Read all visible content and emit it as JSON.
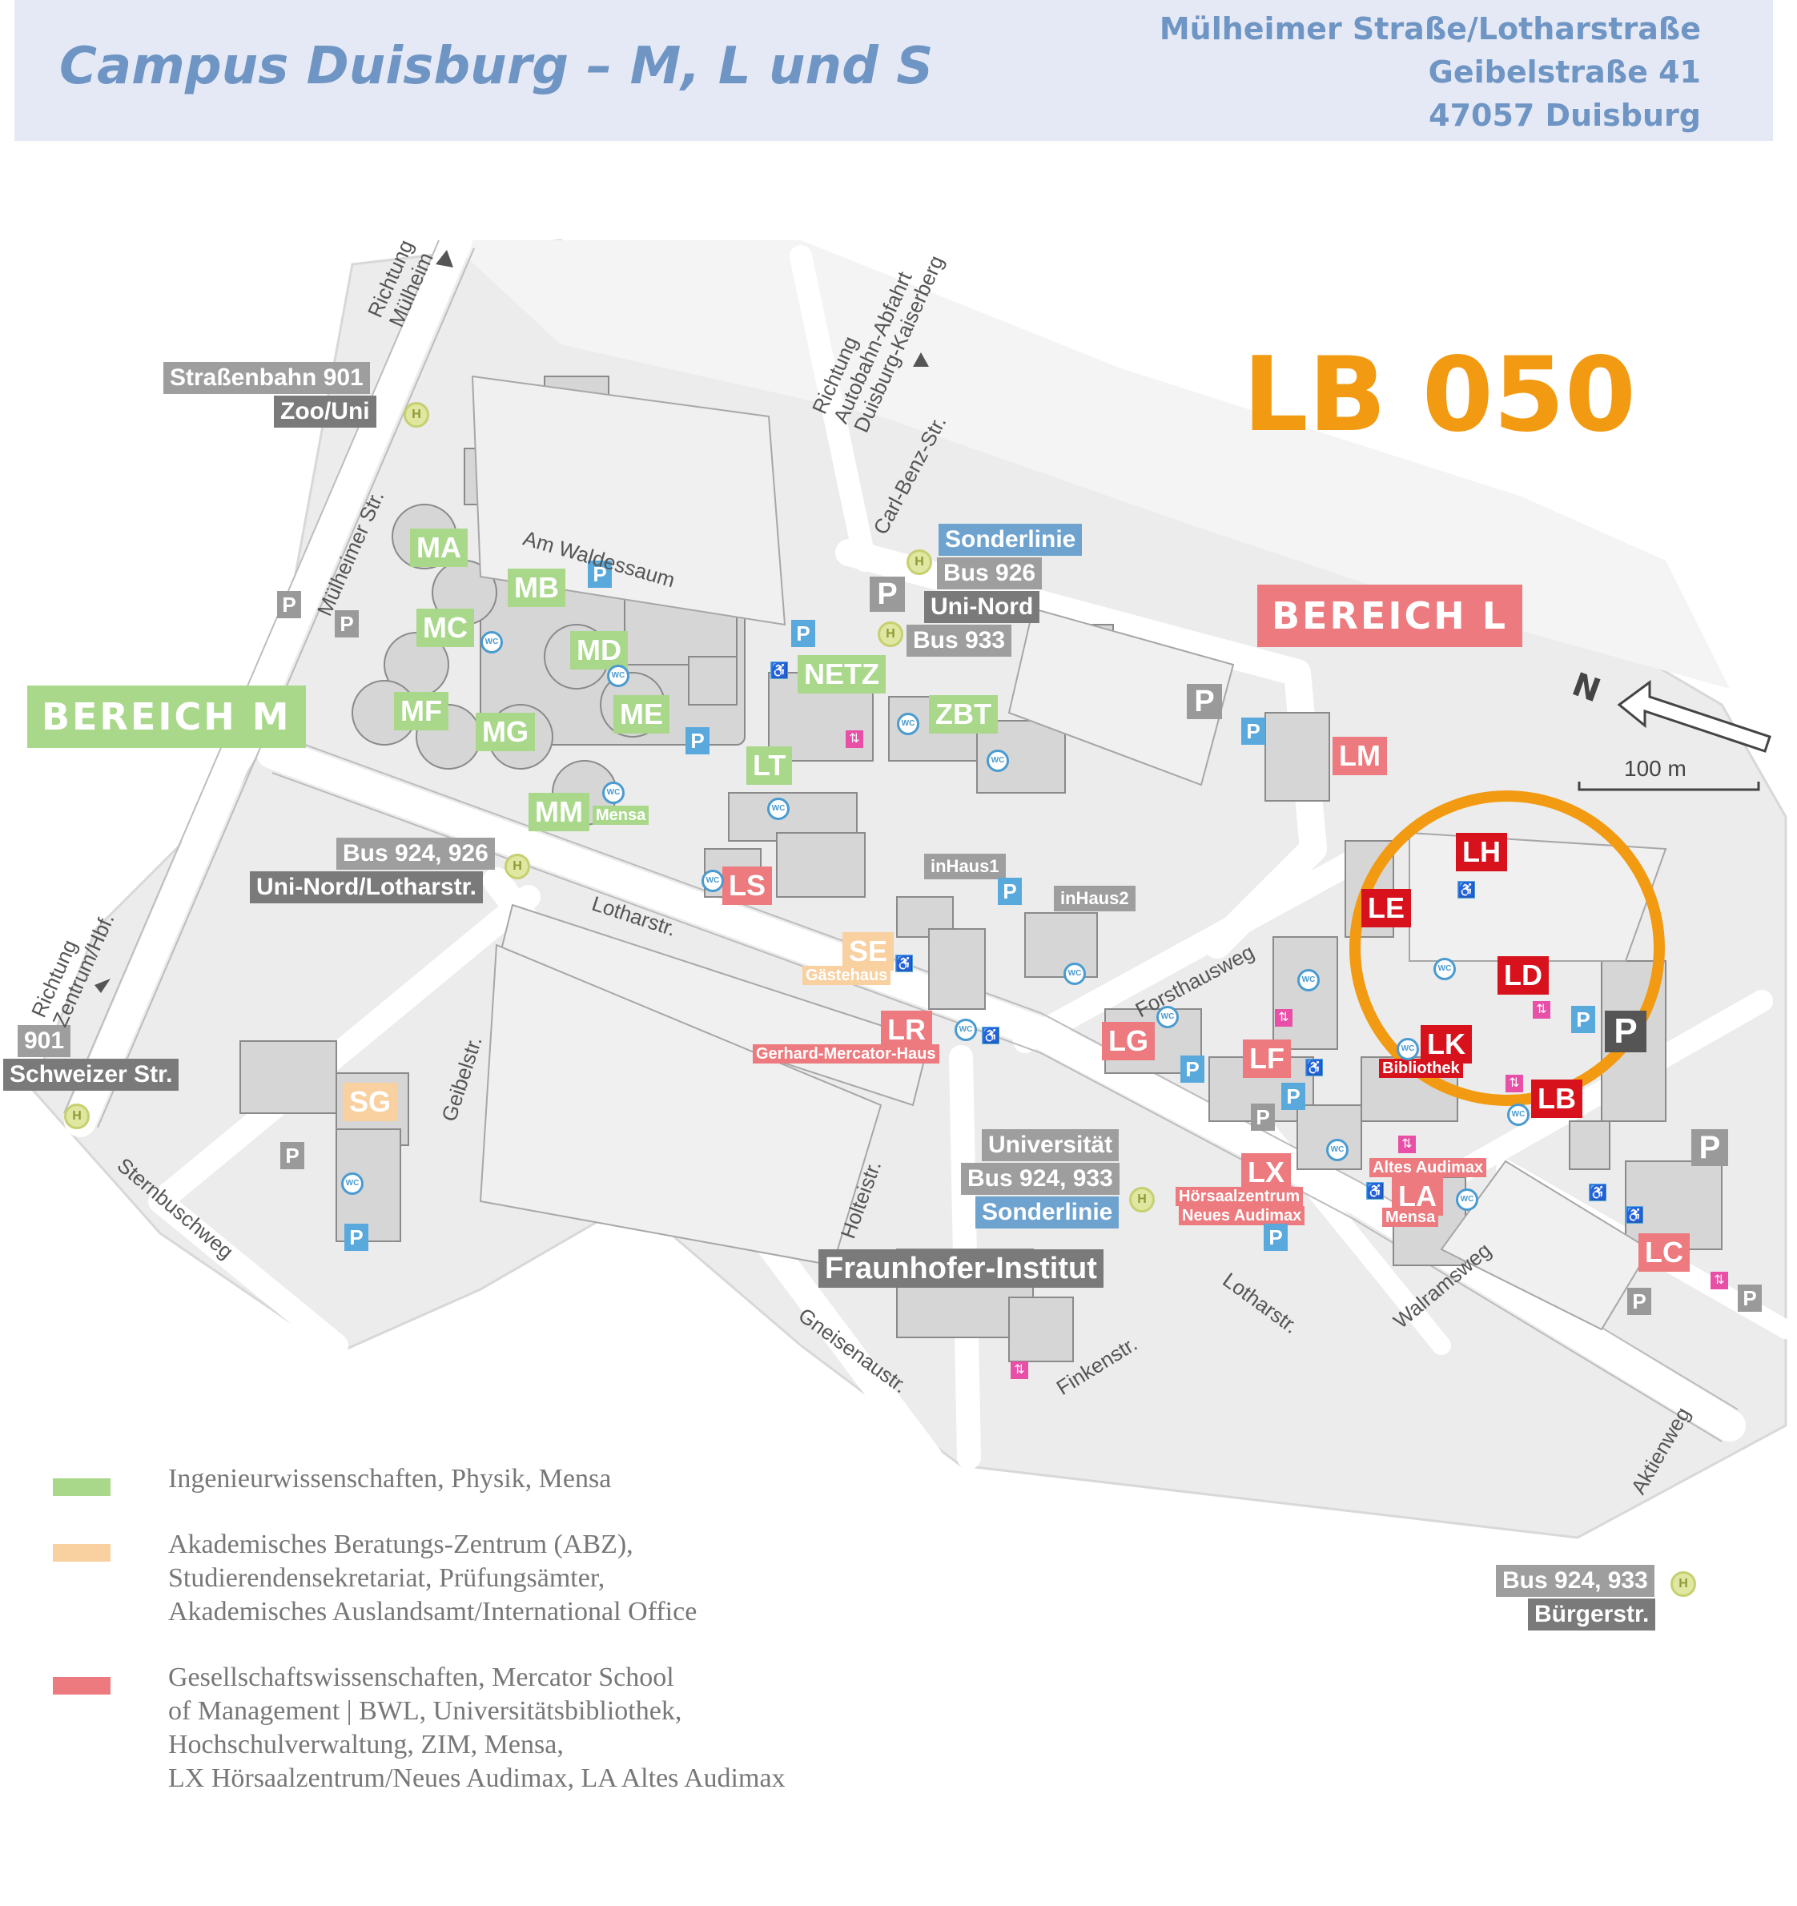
{
  "header": {
    "title": "Campus Duisburg – M, L und S",
    "address_lines": [
      "Mülheimer Straße/Lotharstraße",
      "Geibelstraße 41",
      "47057 Duisburg"
    ]
  },
  "room_label": "LB 050",
  "colors": {
    "engineering_green": "#a9d88b",
    "advisory_orange": "#f9d0a0",
    "social_red": "#ec7a7e",
    "highlight_red": "#d8121d",
    "highlight_ring": "#f29a12",
    "transit_blue": "#6ea3cf",
    "header_blue": "#6f95c4"
  },
  "areas": {
    "m": "BEREICH M",
    "l": "BEREICH L"
  },
  "buildings": {
    "ma": "MA",
    "mb": "MB",
    "mc": "MC",
    "md": "MD",
    "me": "ME",
    "mf": "MF",
    "mg": "MG",
    "mm": "MM",
    "mm_sub": "Mensa",
    "netz": "NETZ",
    "zbt": "ZBT",
    "lt": "LT",
    "ls": "LS",
    "se": "SE",
    "se_sub": "Gästehaus",
    "lr": "LR",
    "lr_sub": "Gerhard-Mercator-Haus",
    "sg": "SG",
    "lm": "LM",
    "lh": "LH",
    "le": "LE",
    "ld": "LD",
    "lk": "LK",
    "lk_sub": "Bibliothek",
    "lb": "LB",
    "lg": "LG",
    "lf": "LF",
    "lx": "LX",
    "lx_sub1": "Hörsaalzentrum",
    "lx_sub2": "Neues Audimax",
    "la": "LA",
    "la_sub0": "Altes Audimax",
    "la_sub": "Mensa",
    "lc": "LC",
    "inhaus1": "inHaus1",
    "inhaus2": "inHaus2",
    "fraunhofer": "Fraunhofer-Institut"
  },
  "transit": {
    "tram_line": "Straßenbahn 901",
    "tram_stop": "Zoo/Uni",
    "sonderlinie_1": "Sonderlinie",
    "bus926": "Bus 926",
    "uninord": "Uni-Nord",
    "bus933": "Bus 933",
    "bus924_926": "Bus 924, 926",
    "uninord_lothar": "Uni-Nord/Lotharstr.",
    "line901": "901",
    "schweizer": "Schweizer Str.",
    "universitaet": "Universität",
    "bus924_933_a": "Bus 924, 933",
    "sonderlinie_2": "Sonderlinie",
    "bus924_933_b": "Bus 924, 933",
    "buergerstr": "Bürgerstr."
  },
  "streets": {
    "muelheimer": "Mülheimer Str.",
    "waldessaum": "Am Waldessaum",
    "lothar1": "Lotharstr.",
    "lothar2": "Lotharstr.",
    "geibel": "Geibelstr.",
    "sternbusch": "Sternbuschweg",
    "holteistr": "Holteistr.",
    "gneisenau": "Gneisenaustr.",
    "finken": "Finkenstr.",
    "forsthaus": "Forsthausweg",
    "walrams": "Walramsweg",
    "aktien": "Aktienweg",
    "carlbenz": "Carl-Benz-Str."
  },
  "directions": {
    "muelheim": [
      "Richtung",
      "Mülheim"
    ],
    "autobahn": [
      "Richtung",
      "Autobahn-Abfahrt",
      "Duisburg-Kaiserberg"
    ],
    "zentrum": [
      "Richtung",
      "Zentrum/Hbf."
    ]
  },
  "scale": "100 m",
  "north": "N",
  "icons": {
    "parking": "P",
    "halt": "H",
    "wc": "WC",
    "wheelchair": "♿",
    "lift": "⇅"
  },
  "legend": {
    "items": [
      {
        "color": "#a9d88b",
        "lines": [
          "Ingenieurwissenschaften, Physik, Mensa"
        ]
      },
      {
        "color": "#f9d0a0",
        "lines": [
          "Akademisches Beratungs-Zentrum (ABZ),",
          "Studierendensekretariat, Prüfungsämter,",
          "Akademisches Auslandsamt/International Office"
        ]
      },
      {
        "color": "#ec7a7e",
        "lines": [
          "Gesellschaftswissenschaften, Mercator School",
          "of Management | BWL, Universitätsbibliothek,",
          "Hochschulverwaltung, ZIM, Mensa,",
          "LX Hörsaalzentrum/Neues Audimax, LA Altes Audimax"
        ]
      }
    ]
  }
}
